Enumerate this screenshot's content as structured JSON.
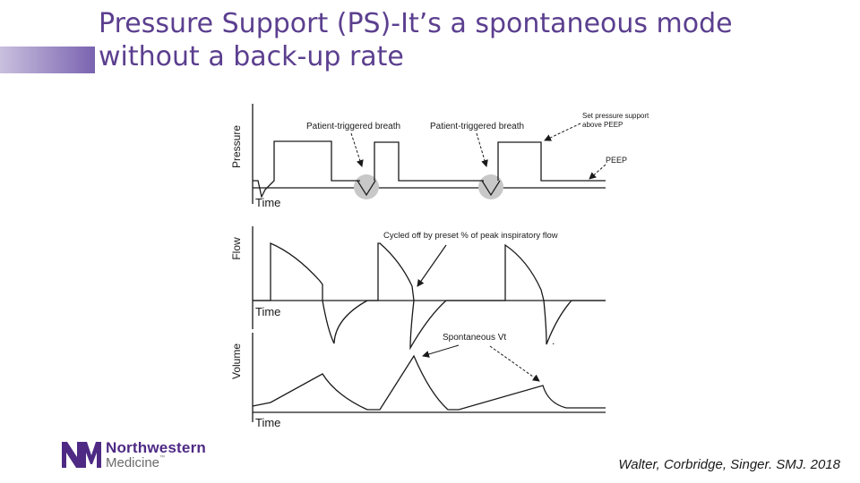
{
  "slide": {
    "title_line1": "Pressure Support (PS)-It’s a spontaneous mode",
    "title_line2": "without a back-up rate",
    "citation": "Walter, Corbridge, Singer. SMJ. 2018"
  },
  "logo": {
    "name_line1": "Northwestern",
    "name_line2": "Medicine",
    "trademark": "™"
  },
  "diagram": {
    "axis_labels": {
      "pressure": "Pressure",
      "flow": "Flow",
      "volume": "Volume",
      "time": "Time"
    },
    "annotations": {
      "patient_triggered_1": "Patient-triggered breath",
      "patient_triggered_2": "Patient-triggered breath",
      "set_ps_line1": "Set pressure support",
      "set_ps_line2": "above PEEP",
      "peep": "PEEP",
      "cycled_off": "Cycled off by preset % of peak inspiratory flow",
      "spontaneous_vt": "Spontaneous Vt",
      "dot": "."
    },
    "colors": {
      "waveform": "#1a1a1a",
      "trigger_marker": "#c8c8c8",
      "title": "#5b3f8f"
    }
  }
}
